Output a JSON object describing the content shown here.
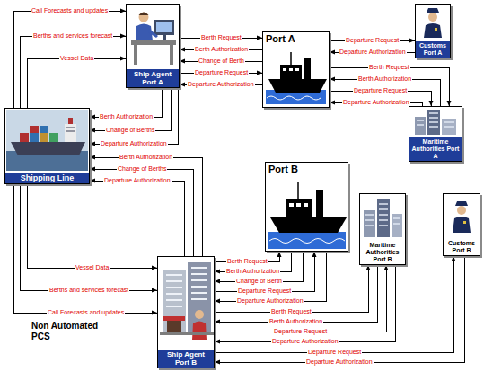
{
  "diagram": {
    "nodes": [
      {
        "text": [
          "Ship Agent Port A"
        ]
      },
      {
        "text": [
          "Port A"
        ]
      },
      {
        "text": [
          "Customs Port A"
        ]
      },
      {
        "text": [
          "Maritime Authorities Port A"
        ]
      },
      {
        "text": [
          "Shipping Line"
        ]
      },
      {
        "text": [
          "Port B"
        ]
      },
      {
        "text": [
          "Maritime Authorities Port B"
        ]
      },
      {
        "text": [
          "Customs Port B"
        ]
      },
      {
        "text": [
          "Ship Agent Port B"
        ]
      }
    ],
    "edges": [
      {
        "from": 4,
        "to": 0,
        "label": "Call Forecasts and updates",
        "arrow": "to"
      },
      {
        "from": 4,
        "to": 0,
        "label": "Berths and services forecast",
        "arrow": "to"
      },
      {
        "from": 4,
        "to": 0,
        "label": "Vessel Data",
        "arrow": "to"
      },
      {
        "from": 0,
        "to": 4,
        "label": "Berth Authorization",
        "arrow": "to"
      },
      {
        "from": 0,
        "to": 4,
        "label": "Change of Berths",
        "arrow": "to"
      },
      {
        "from": 0,
        "to": 4,
        "label": "Departure Authorization",
        "arrow": "to"
      },
      {
        "from": 0,
        "to": 1,
        "label": "Berth Request",
        "arrow": "to"
      },
      {
        "from": 1,
        "to": 0,
        "label": "Berth Authorization",
        "arrow": "to"
      },
      {
        "from": 1,
        "to": 0,
        "label": "Change of Berth",
        "arrow": "to"
      },
      {
        "from": 0,
        "to": 1,
        "label": "Departure Request",
        "arrow": "to"
      },
      {
        "from": 1,
        "to": 0,
        "label": "Departure Authorization",
        "arrow": "to"
      },
      {
        "from": 1,
        "to": 2,
        "label": "Departure Request",
        "arrow": "to"
      },
      {
        "from": 2,
        "to": 1,
        "label": "Departure Authorization",
        "arrow": "to"
      },
      {
        "from": 1,
        "to": 3,
        "label": "Berth Request",
        "arrow": "to"
      },
      {
        "from": 3,
        "to": 1,
        "label": "Berth Authorization",
        "arrow": "to"
      },
      {
        "from": 1,
        "to": 3,
        "label": "Departure Request",
        "arrow": "to"
      },
      {
        "from": 3,
        "to": 1,
        "label": "Departure Authorization",
        "arrow": "to"
      },
      {
        "from": 8,
        "to": 4,
        "label": "Berth Authorization",
        "arrow": "to"
      },
      {
        "from": 8,
        "to": 4,
        "label": "Change of Berths",
        "arrow": "to"
      },
      {
        "from": 8,
        "to": 4,
        "label": "Departure Authorization",
        "arrow": "to"
      },
      {
        "from": 4,
        "to": 8,
        "label": "Vessel Data",
        "arrow": "to"
      },
      {
        "from": 4,
        "to": 8,
        "label": "Berths and services forecast",
        "arrow": "to"
      },
      {
        "from": 4,
        "to": 8,
        "label": "Call Forecasts and updates",
        "arrow": "to"
      },
      {
        "from": 8,
        "to": 5,
        "label": "Berth Request",
        "arrow": "to"
      },
      {
        "from": 5,
        "to": 8,
        "label": "Berth Authorization",
        "arrow": "to"
      },
      {
        "from": 5,
        "to": 8,
        "label": "Change of Berth",
        "arrow": "to"
      },
      {
        "from": 8,
        "to": 5,
        "label": "Departure Request",
        "arrow": "to"
      },
      {
        "from": 5,
        "to": 8,
        "label": "Departure Authorization",
        "arrow": "to"
      },
      {
        "from": 8,
        "to": 6,
        "label": "Berth Request",
        "arrow": "to"
      },
      {
        "from": 6,
        "to": 8,
        "label": "Berth Authorization",
        "arrow": "to"
      },
      {
        "from": 8,
        "to": 6,
        "label": "Departure Request",
        "arrow": "to"
      },
      {
        "from": 6,
        "to": 8,
        "label": "Departure Authorization",
        "arrow": "to"
      },
      {
        "from": 8,
        "to": 7,
        "label": "Departure Request",
        "arrow": "to"
      },
      {
        "from": 7,
        "to": 8,
        "label": "Departure Authorization",
        "arrow": "to"
      }
    ],
    "labels": [
      "Non Automated PCS"
    ]
  }
}
